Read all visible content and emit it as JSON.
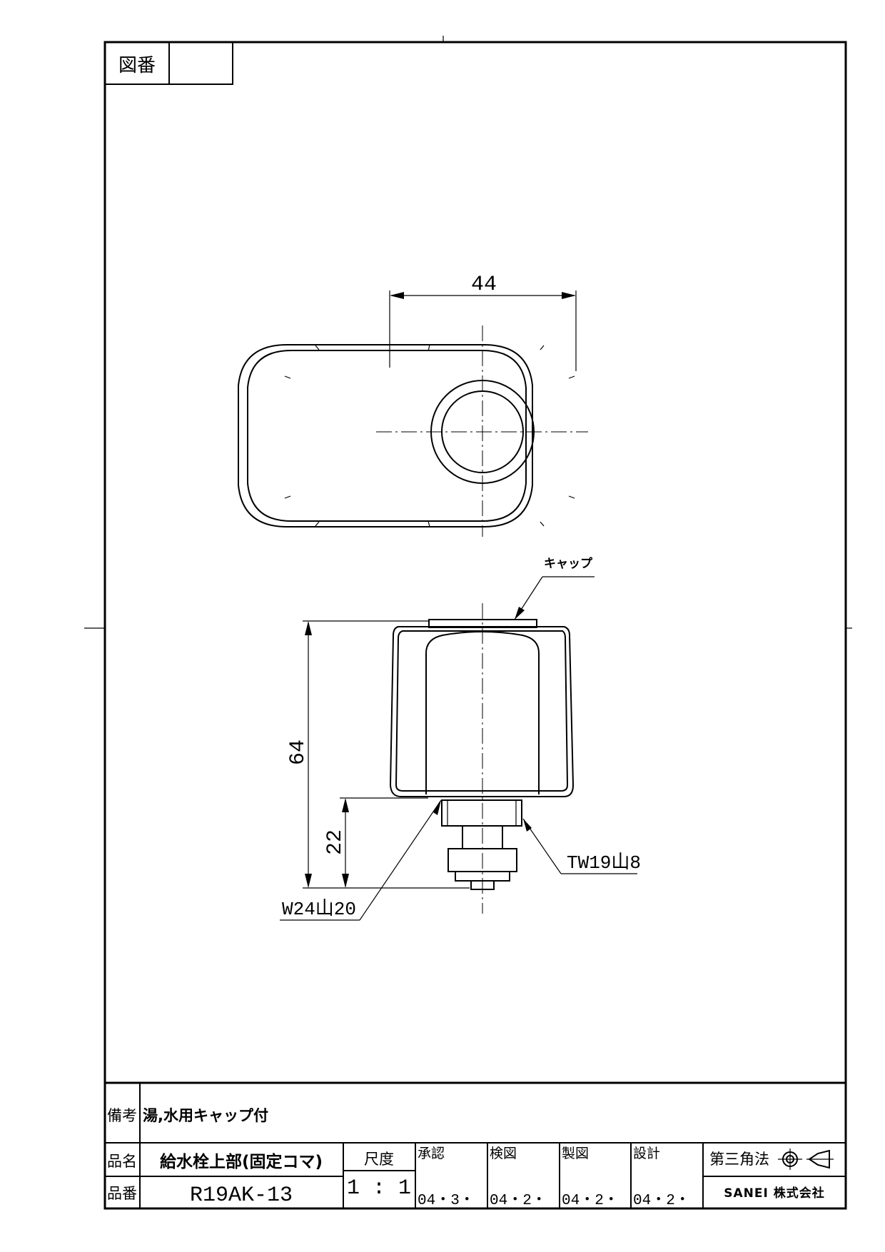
{
  "figure_number": {
    "label": "図番",
    "value": ""
  },
  "dimensions": {
    "width": "44",
    "height": "64",
    "stem_length": "22",
    "thread_lower": "W24山20",
    "thread_upper": "TW19山8"
  },
  "callouts": {
    "cap": "キャップ"
  },
  "title_block": {
    "remarks_label": "備考",
    "remarks_value": "湯,水用キャップ付",
    "product_name_label": "品名",
    "product_name_value": "給水栓上部(固定コマ)",
    "product_number_label": "品番",
    "product_number_value": "R19AK-13",
    "scale_label": "尺度",
    "scale_value": "1 : 1",
    "approval_label": "承認",
    "approval_date": "04・3・",
    "check_label": "検図",
    "check_date": "04・2・",
    "drawing_label": "製図",
    "drawing_date": "04・2・",
    "design_label": "設計",
    "design_date": "04・2・",
    "projection_label": "第三角法",
    "company": "SANEI 株式会社"
  }
}
